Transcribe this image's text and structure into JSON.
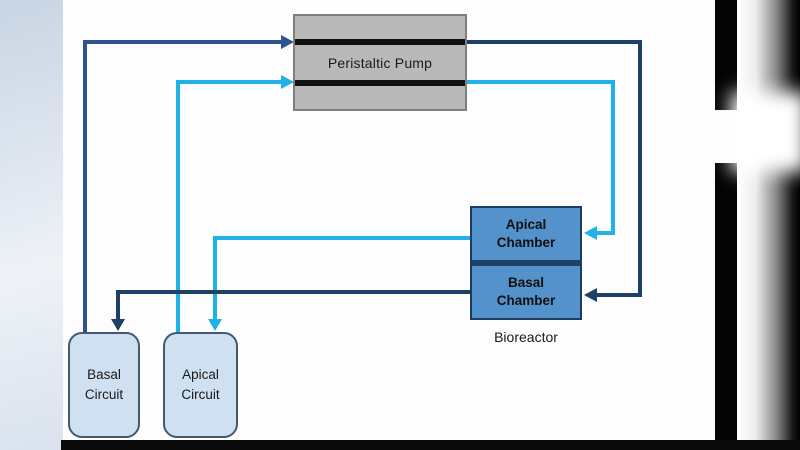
{
  "pump": {
    "label": "Peristaltic Pump"
  },
  "bioreactor": {
    "apical_label": "Apical\nChamber",
    "basal_label": "Basal\nChamber",
    "caption": "Bioreactor"
  },
  "circuits": {
    "basal_label": "Basal\nCircuit",
    "apical_label": "Apical\nCircuit"
  },
  "colors": {
    "light_blue_line": "#22b0e8",
    "dark_blue_supply_line": "#2f5391",
    "navy_return_line": "#1e3f66",
    "pump_fill": "#b9b9b9",
    "pump_border": "#7e7e7e",
    "pump_tube_black": "#111111",
    "chamber_fill": "#5492cb",
    "chamber_border": "#1c3c60",
    "circuit_fill": "#cfe0f0",
    "circuit_border": "#44586f"
  }
}
